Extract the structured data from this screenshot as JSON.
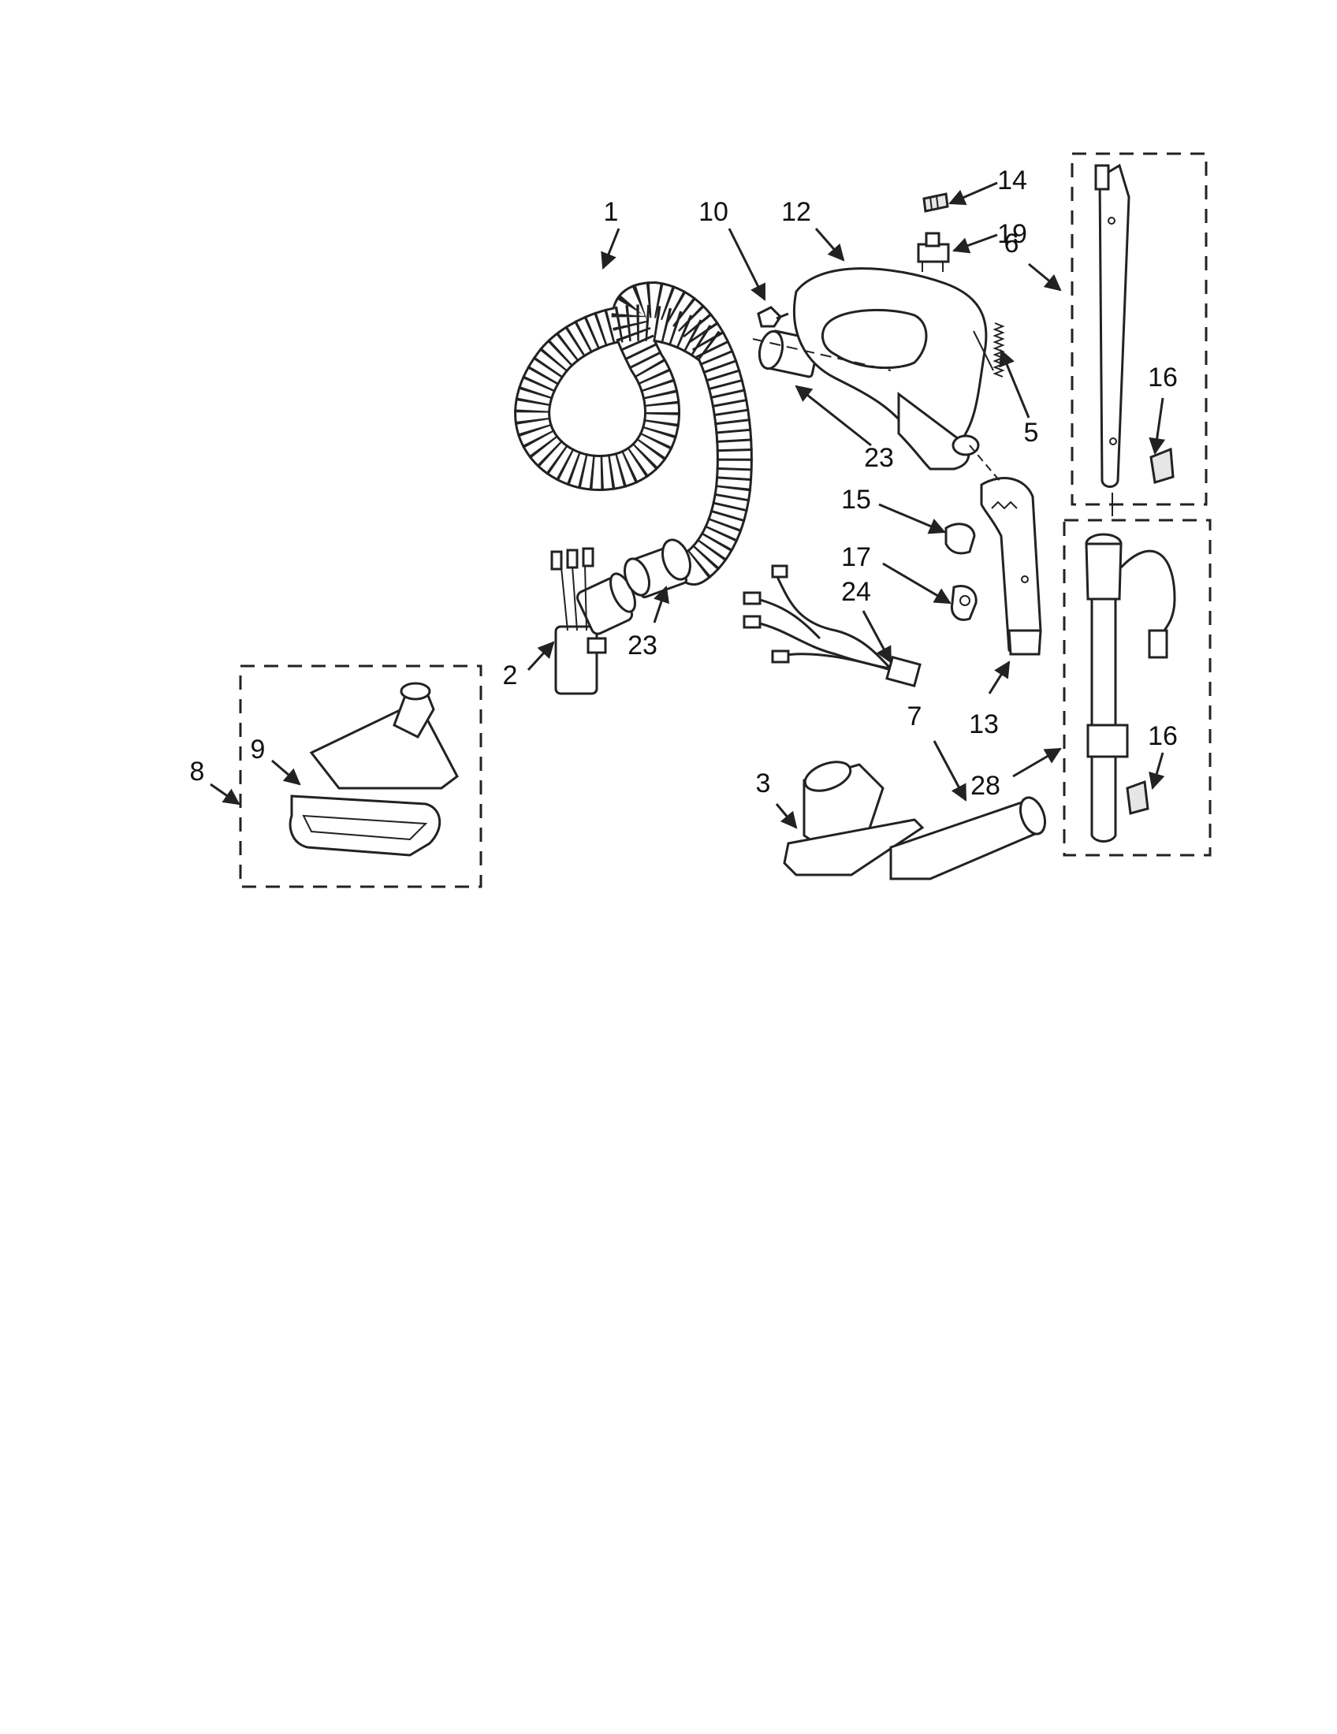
{
  "callouts": [
    {
      "id": "c1",
      "label": "1"
    },
    {
      "id": "c2",
      "label": "2"
    },
    {
      "id": "c3",
      "label": "3"
    },
    {
      "id": "c5",
      "label": "5"
    },
    {
      "id": "c6",
      "label": "6"
    },
    {
      "id": "c7",
      "label": "7"
    },
    {
      "id": "c8",
      "label": "8"
    },
    {
      "id": "c9",
      "label": "9"
    },
    {
      "id": "c10",
      "label": "10"
    },
    {
      "id": "c12",
      "label": "12"
    },
    {
      "id": "c13",
      "label": "13"
    },
    {
      "id": "c14",
      "label": "14"
    },
    {
      "id": "c15",
      "label": "15"
    },
    {
      "id": "c16a",
      "label": "16"
    },
    {
      "id": "c16b",
      "label": "16"
    },
    {
      "id": "c17",
      "label": "17"
    },
    {
      "id": "c19",
      "label": "19"
    },
    {
      "id": "c23a",
      "label": "23"
    },
    {
      "id": "c23b",
      "label": "23"
    },
    {
      "id": "c24",
      "label": "24"
    },
    {
      "id": "c28",
      "label": "28"
    }
  ]
}
